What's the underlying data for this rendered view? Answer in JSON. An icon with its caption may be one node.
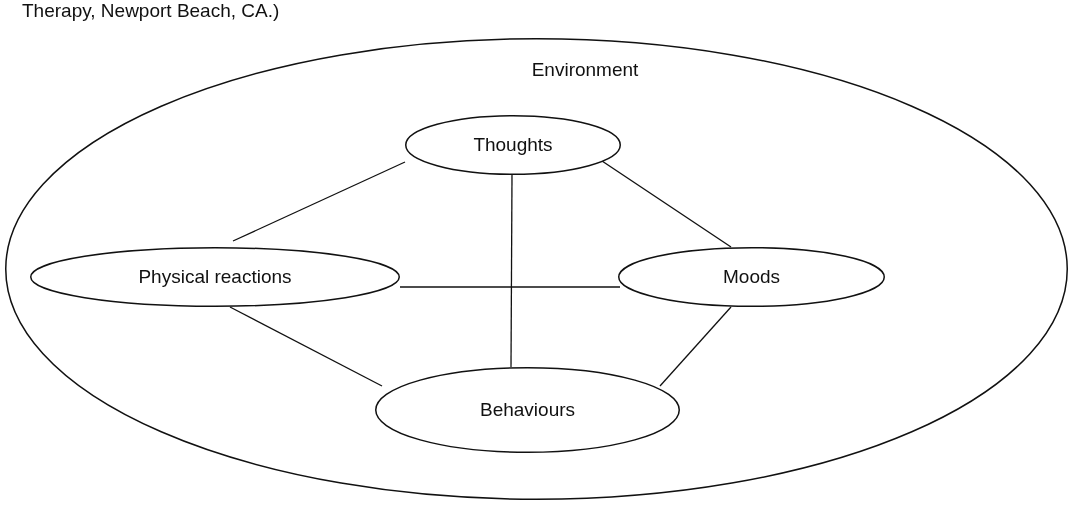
{
  "diagram": {
    "nodes": [
      {
        "text": [
          "Environment"
        ]
      },
      {
        "text": [
          "Thoughts"
        ],
        "in": 0
      },
      {
        "text": [
          "Physical reactions"
        ],
        "in": 0
      },
      {
        "text": [
          "Moods"
        ],
        "in": 0
      },
      {
        "text": [
          "Behaviours"
        ],
        "in": 0
      }
    ],
    "edges": [
      {
        "from": 1,
        "to": 2,
        "arrow": "none"
      },
      {
        "from": 1,
        "to": 3,
        "arrow": "none"
      },
      {
        "from": 1,
        "to": 4,
        "arrow": "none"
      },
      {
        "from": 2,
        "to": 3,
        "arrow": "none"
      },
      {
        "from": 2,
        "to": 4,
        "arrow": "none"
      },
      {
        "from": 3,
        "to": 4,
        "arrow": "none"
      }
    ],
    "labels": [
      "Therapy, Newport Beach, CA.)"
    ]
  }
}
